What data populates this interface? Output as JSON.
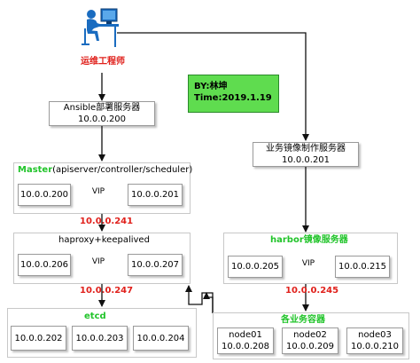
{
  "engineer": {
    "label": "运维工程师"
  },
  "note": {
    "line1": "BY:林坤",
    "line2": "Time:2019.1.19"
  },
  "ansible": {
    "name": "Ansible部署服务器",
    "ip": "10.0.0.200"
  },
  "build_server": {
    "name": "业务镜像制作服务器",
    "ip": "10.0.0.201"
  },
  "master": {
    "title_green": "Master",
    "title_rest": "(apiserver/controller/scheduler)",
    "ip1": "10.0.0.200",
    "ip2": "10.0.0.201",
    "vip": "VIP"
  },
  "vip_241": "10.0.0.241",
  "haproxy": {
    "title": "haproxy+keepalived",
    "ip1": "10.0.0.206",
    "ip2": "10.0.0.207",
    "vip": "VIP"
  },
  "vip_247": "10.0.0.247",
  "harbor": {
    "title_green": "harbor",
    "title_rest": "镜像服务器",
    "ip1": "10.0.0.205",
    "ip2": "10.0.0.215",
    "vip": "VIP"
  },
  "vip_245": "10.0.0.245",
  "etcd": {
    "title": "etcd",
    "ip1": "10.0.0.202",
    "ip2": "10.0.0.203",
    "ip3": "10.0.0.204"
  },
  "nodes": {
    "title": "各业务容器",
    "n1": {
      "name": "node01",
      "ip": "10.0.0.208"
    },
    "n2": {
      "name": "node02",
      "ip": "10.0.0.209"
    },
    "n3": {
      "name": "node03",
      "ip": "10.0.0.210"
    }
  },
  "colors": {
    "red": "#e0201b",
    "green": "#21c42a",
    "note_bg": "#5fdc4f"
  }
}
